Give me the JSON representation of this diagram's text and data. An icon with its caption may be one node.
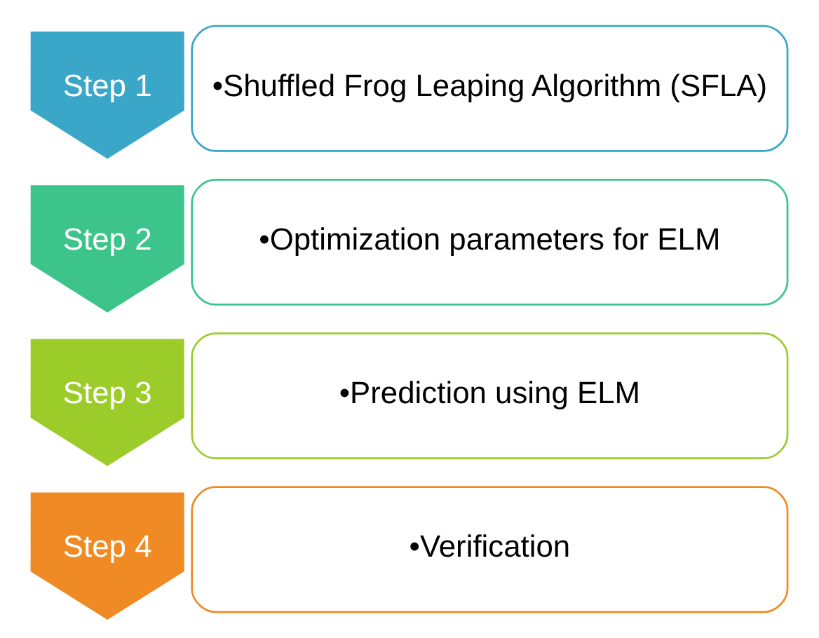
{
  "diagram": {
    "nodes": [
      {
        "text": [
          "Step 1"
        ]
      },
      {
        "text": [
          "•Shuffled Frog Leaping Algorithm (SFLA)"
        ]
      },
      {
        "text": [
          "Step 2"
        ]
      },
      {
        "text": [
          "•Optimization parameters for ELM"
        ]
      },
      {
        "text": [
          "Step 3"
        ]
      },
      {
        "text": [
          "•Prediction using ELM"
        ]
      },
      {
        "text": [
          "Step 4"
        ]
      },
      {
        "text": [
          "•Verification"
        ]
      }
    ]
  }
}
